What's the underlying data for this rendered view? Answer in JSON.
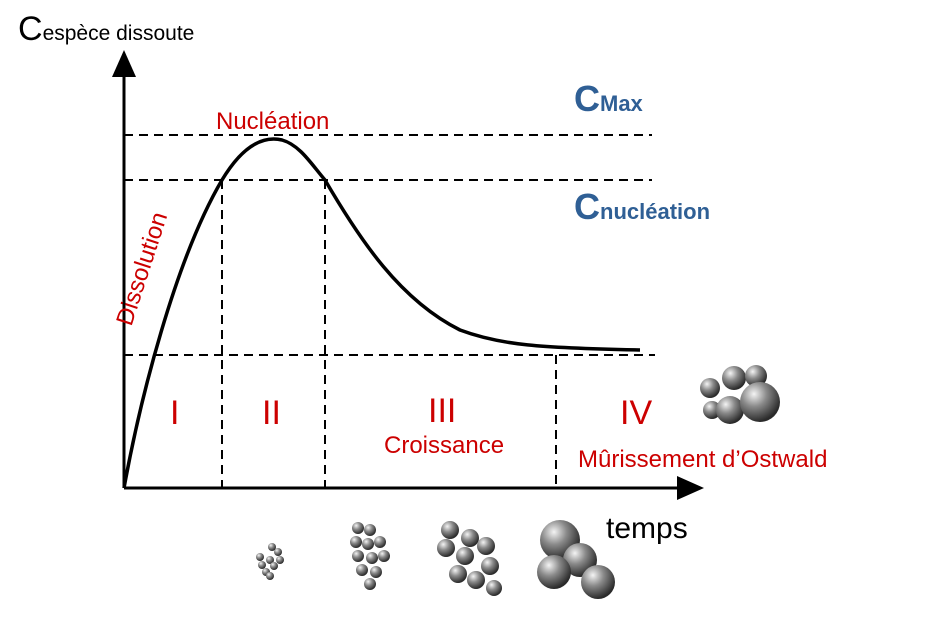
{
  "axes": {
    "y_label_main": "C",
    "y_label_sub": "espèce dissoute",
    "x_label": "temps"
  },
  "levels": {
    "cmax_main": "C",
    "cmax_sub": "Max",
    "cnuc_main": "C",
    "cnuc_sub": "nucléation"
  },
  "annotations": {
    "nucleation": "Nucléation",
    "dissolution": "Dissolution",
    "croissance": "Croissance",
    "murissement": "Mûrissement d’Ostwald"
  },
  "stages": [
    "I",
    "II",
    "III",
    "IV"
  ],
  "colors": {
    "red": "#cc0000",
    "blue": "#2f5f95"
  }
}
